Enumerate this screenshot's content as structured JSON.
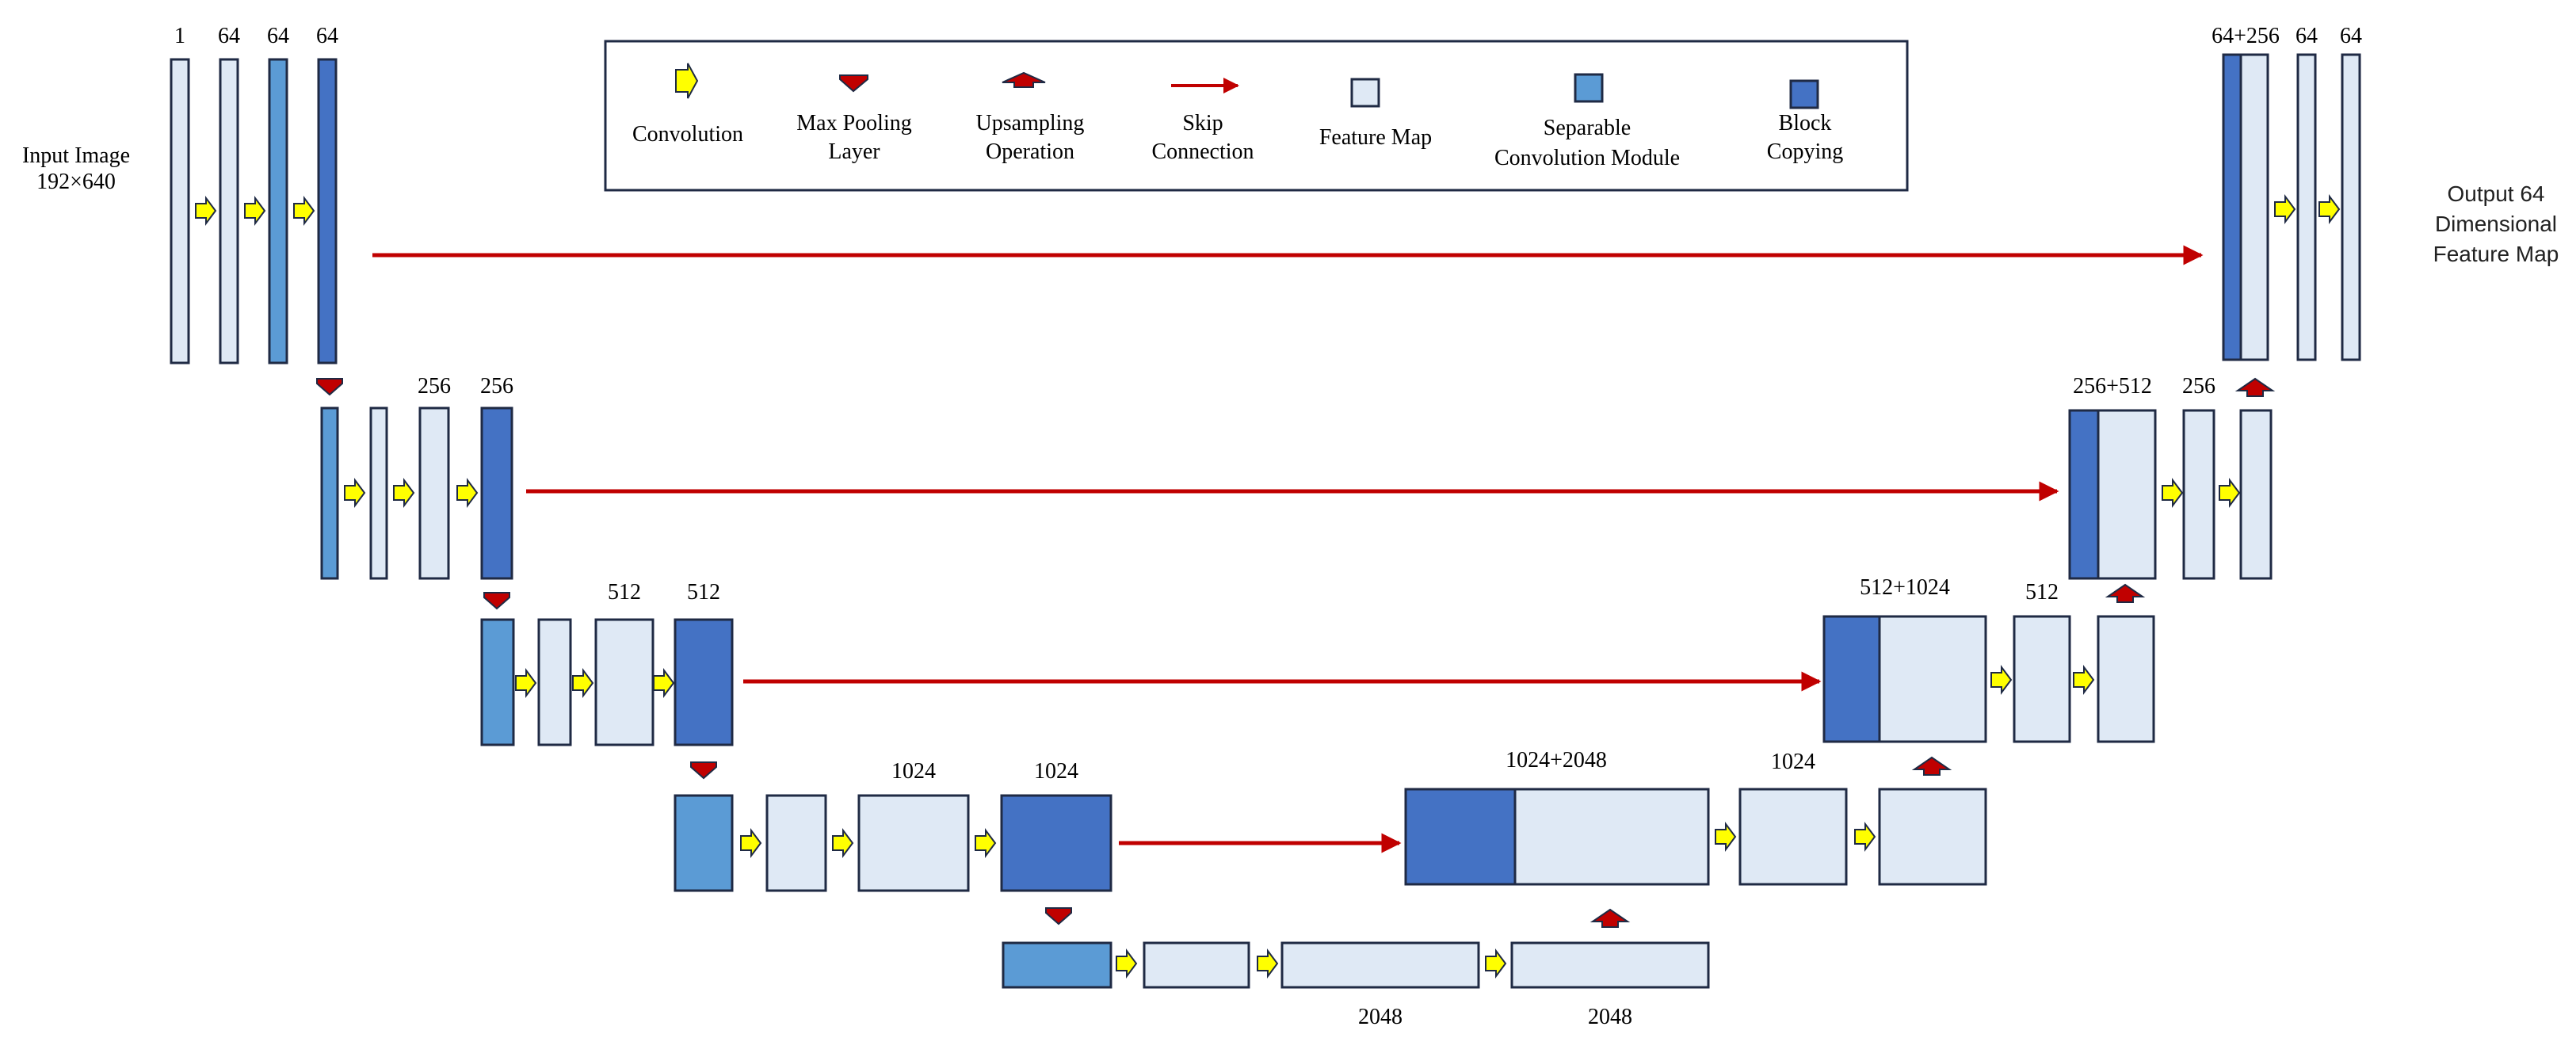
{
  "colors": {
    "feature_map": "#dfe9f5",
    "separable_module": "#5b9bd5",
    "block_copying": "#4472c4",
    "outline": "#1f2a44",
    "skip": "#c00000",
    "conv_arrow": "#ffff00",
    "pool_arrow": "#c00000"
  },
  "legend": {
    "convolution": "Convolution",
    "max_pooling": [
      "Max Pooling",
      "Layer"
    ],
    "upsampling": [
      "Upsampling",
      "Operation"
    ],
    "skip": [
      "Skip",
      "Connection"
    ],
    "feature_map": "Feature Map",
    "separable": [
      "Separable",
      "Convolution Module"
    ],
    "block_copying": [
      "Block",
      "Copying"
    ]
  },
  "input": [
    "Input Image",
    "192×640"
  ],
  "output": [
    "Output 64",
    "Dimensional",
    "Feature Map"
  ],
  "channels": {
    "enc1": [
      "1",
      "64",
      "64",
      "64"
    ],
    "enc2": [
      "256",
      "256"
    ],
    "enc3": [
      "512",
      "512"
    ],
    "enc4": [
      "1024",
      "1024"
    ],
    "bottleneck": [
      "2048",
      "2048"
    ],
    "dec4": [
      "1024+2048",
      "1024"
    ],
    "dec3": [
      "512+1024",
      "512"
    ],
    "dec2": [
      "256+512",
      "256"
    ],
    "dec1": [
      "64+256",
      "64",
      "64"
    ]
  }
}
